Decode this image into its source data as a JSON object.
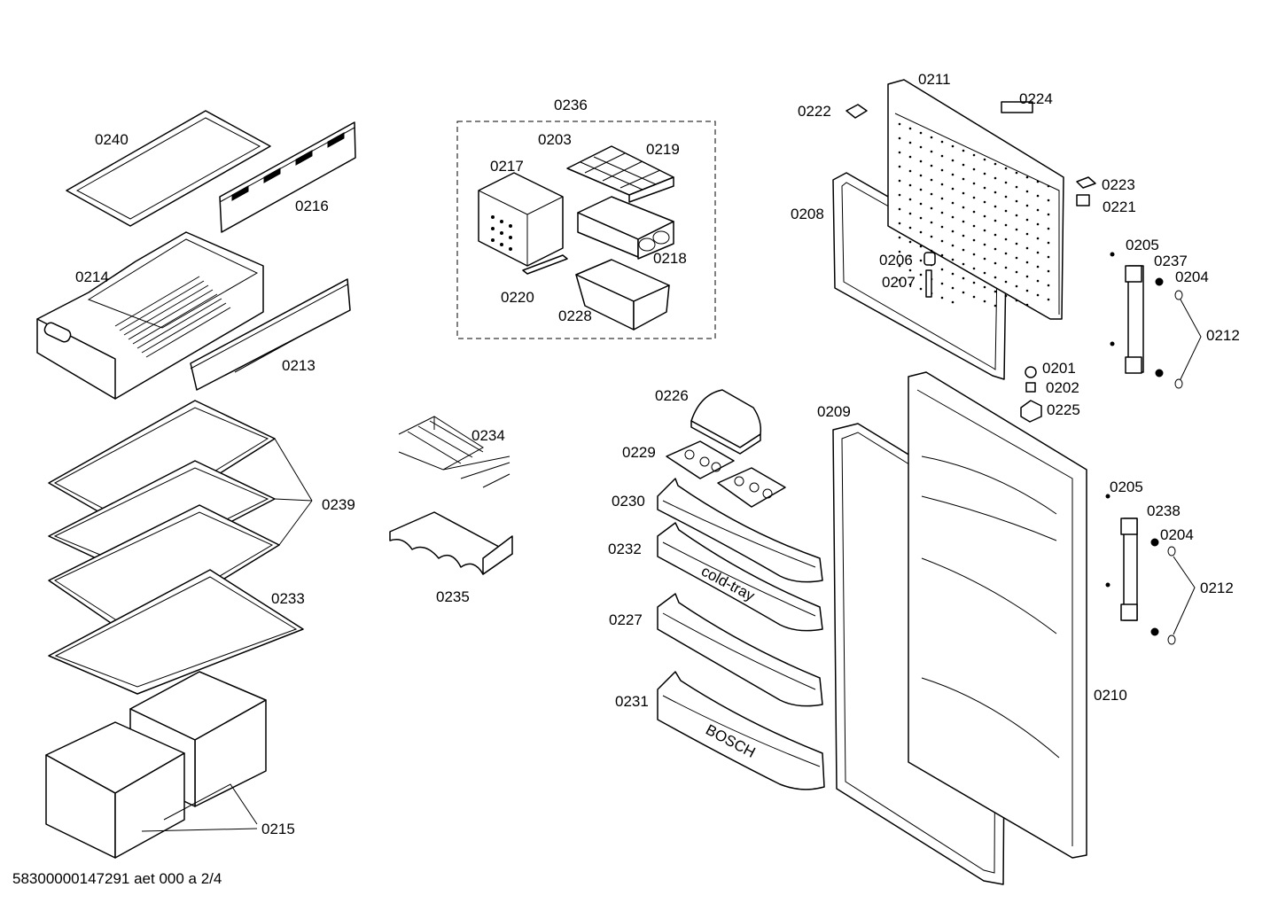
{
  "footer": {
    "doc_id": "58300000147291 aet 000 a 2/4"
  },
  "labels": {
    "p0240": "0240",
    "p0216": "0216",
    "p0214": "0214",
    "p0213": "0213",
    "p0239": "0239",
    "p0233": "0233",
    "p0215": "0215",
    "p0236": "0236",
    "p0203": "0203",
    "p0219": "0219",
    "p0217": "0217",
    "p0218": "0218",
    "p0220": "0220",
    "p0228": "0228",
    "p0234": "0234",
    "p0235": "0235",
    "p0211": "0211",
    "p0224": "0224",
    "p0222": "0222",
    "p0223": "0223",
    "p0221": "0221",
    "p0208": "0208",
    "p0206": "0206",
    "p0207": "0207",
    "p0205a": "0205",
    "p0237": "0237",
    "p0204a": "0204",
    "p0212a": "0212",
    "p0201": "0201",
    "p0202": "0202",
    "p0225": "0225",
    "p0226": "0226",
    "p0209": "0209",
    "p0229": "0229",
    "p0230": "0230",
    "p0232": "0232",
    "p0227": "0227",
    "p0231": "0231",
    "p0205b": "0205",
    "p0238": "0238",
    "p0204b": "0204",
    "p0212b": "0212",
    "p0210": "0210"
  },
  "imprints": {
    "cold_tray": "cold-tray",
    "bosch": "BOSCH"
  }
}
